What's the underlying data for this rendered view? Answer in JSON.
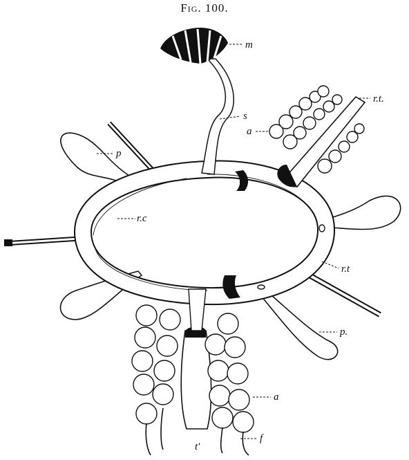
{
  "figure": {
    "title": "Fig. 100."
  },
  "labels": {
    "m": "m",
    "s": "s",
    "rt_top": "r.t.",
    "a_top": "a",
    "p_left": "p",
    "rc": "r.c",
    "rt_right": "r.t",
    "p_right": "p.",
    "a_bottom": "a",
    "f": "f",
    "t_prime": "t′"
  }
}
